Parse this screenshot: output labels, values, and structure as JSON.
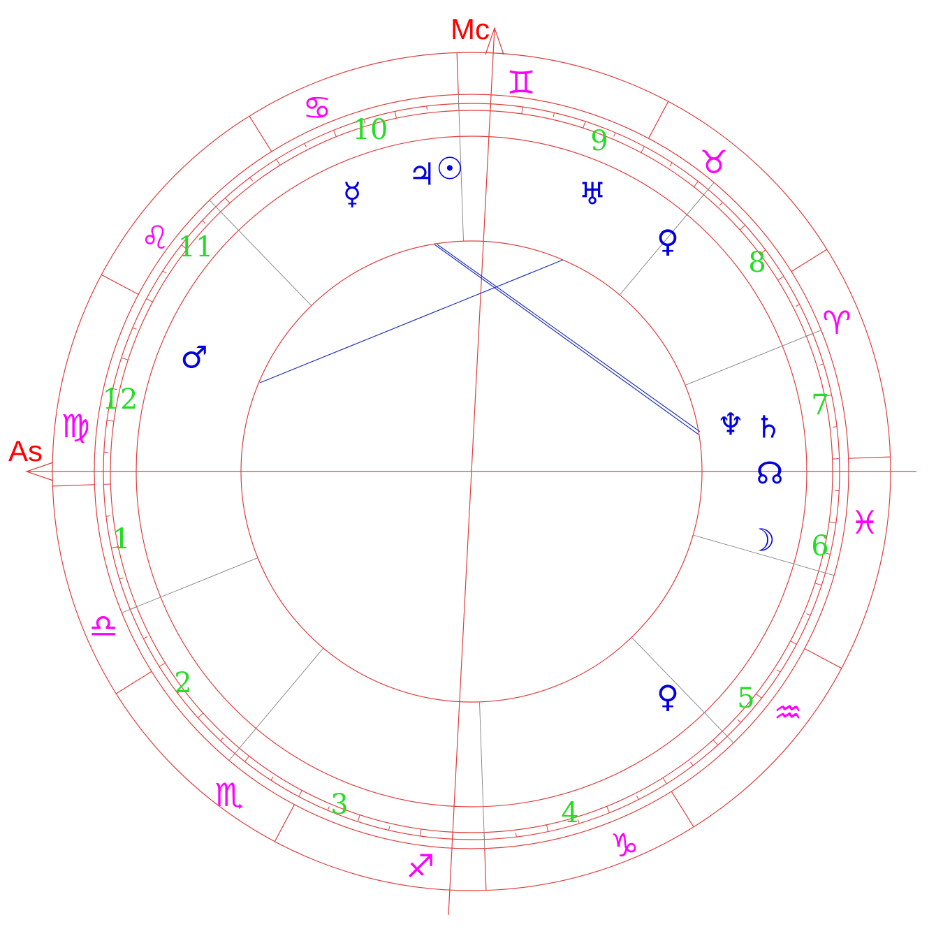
{
  "colors": {
    "rings": "#e03c3c",
    "house_lines": "#808080",
    "angles": "#ff0000",
    "signs": "#ff00ff",
    "house_numbers": "#22dd22",
    "planets": "#0000e0",
    "aspects": "#2233bb"
  },
  "angles": {
    "ascendant": "As",
    "midheaven": "Mc"
  },
  "signs": [
    {
      "name": "aries",
      "glyph": "♈"
    },
    {
      "name": "taurus",
      "glyph": "♉"
    },
    {
      "name": "gemini",
      "glyph": "♊"
    },
    {
      "name": "cancer",
      "glyph": "♋"
    },
    {
      "name": "leo",
      "glyph": "♌"
    },
    {
      "name": "virgo",
      "glyph": "♍"
    },
    {
      "name": "libra",
      "glyph": "♎"
    },
    {
      "name": "scorpio",
      "glyph": "♏"
    },
    {
      "name": "sagittarius",
      "glyph": "♐"
    },
    {
      "name": "capricorn",
      "glyph": "♑"
    },
    {
      "name": "aquarius",
      "glyph": "♒"
    },
    {
      "name": "pisces",
      "glyph": "♓"
    }
  ],
  "houses": [
    "1",
    "2",
    "3",
    "4",
    "5",
    "6",
    "7",
    "8",
    "9",
    "10",
    "11",
    "12"
  ],
  "planets": [
    {
      "name": "sun",
      "glyph": "☉"
    },
    {
      "name": "jupiter",
      "glyph": "♃"
    },
    {
      "name": "mercury",
      "glyph": "☿"
    },
    {
      "name": "uranus",
      "glyph": "♅"
    },
    {
      "name": "venus",
      "glyph": "♀"
    },
    {
      "name": "mars",
      "glyph": "♂"
    },
    {
      "name": "neptune",
      "glyph": "♆"
    },
    {
      "name": "saturn",
      "glyph": "♄"
    },
    {
      "name": "node",
      "glyph": "☊"
    },
    {
      "name": "moon",
      "glyph": "☽"
    },
    {
      "name": "pluto",
      "glyph": "♀"
    }
  ]
}
